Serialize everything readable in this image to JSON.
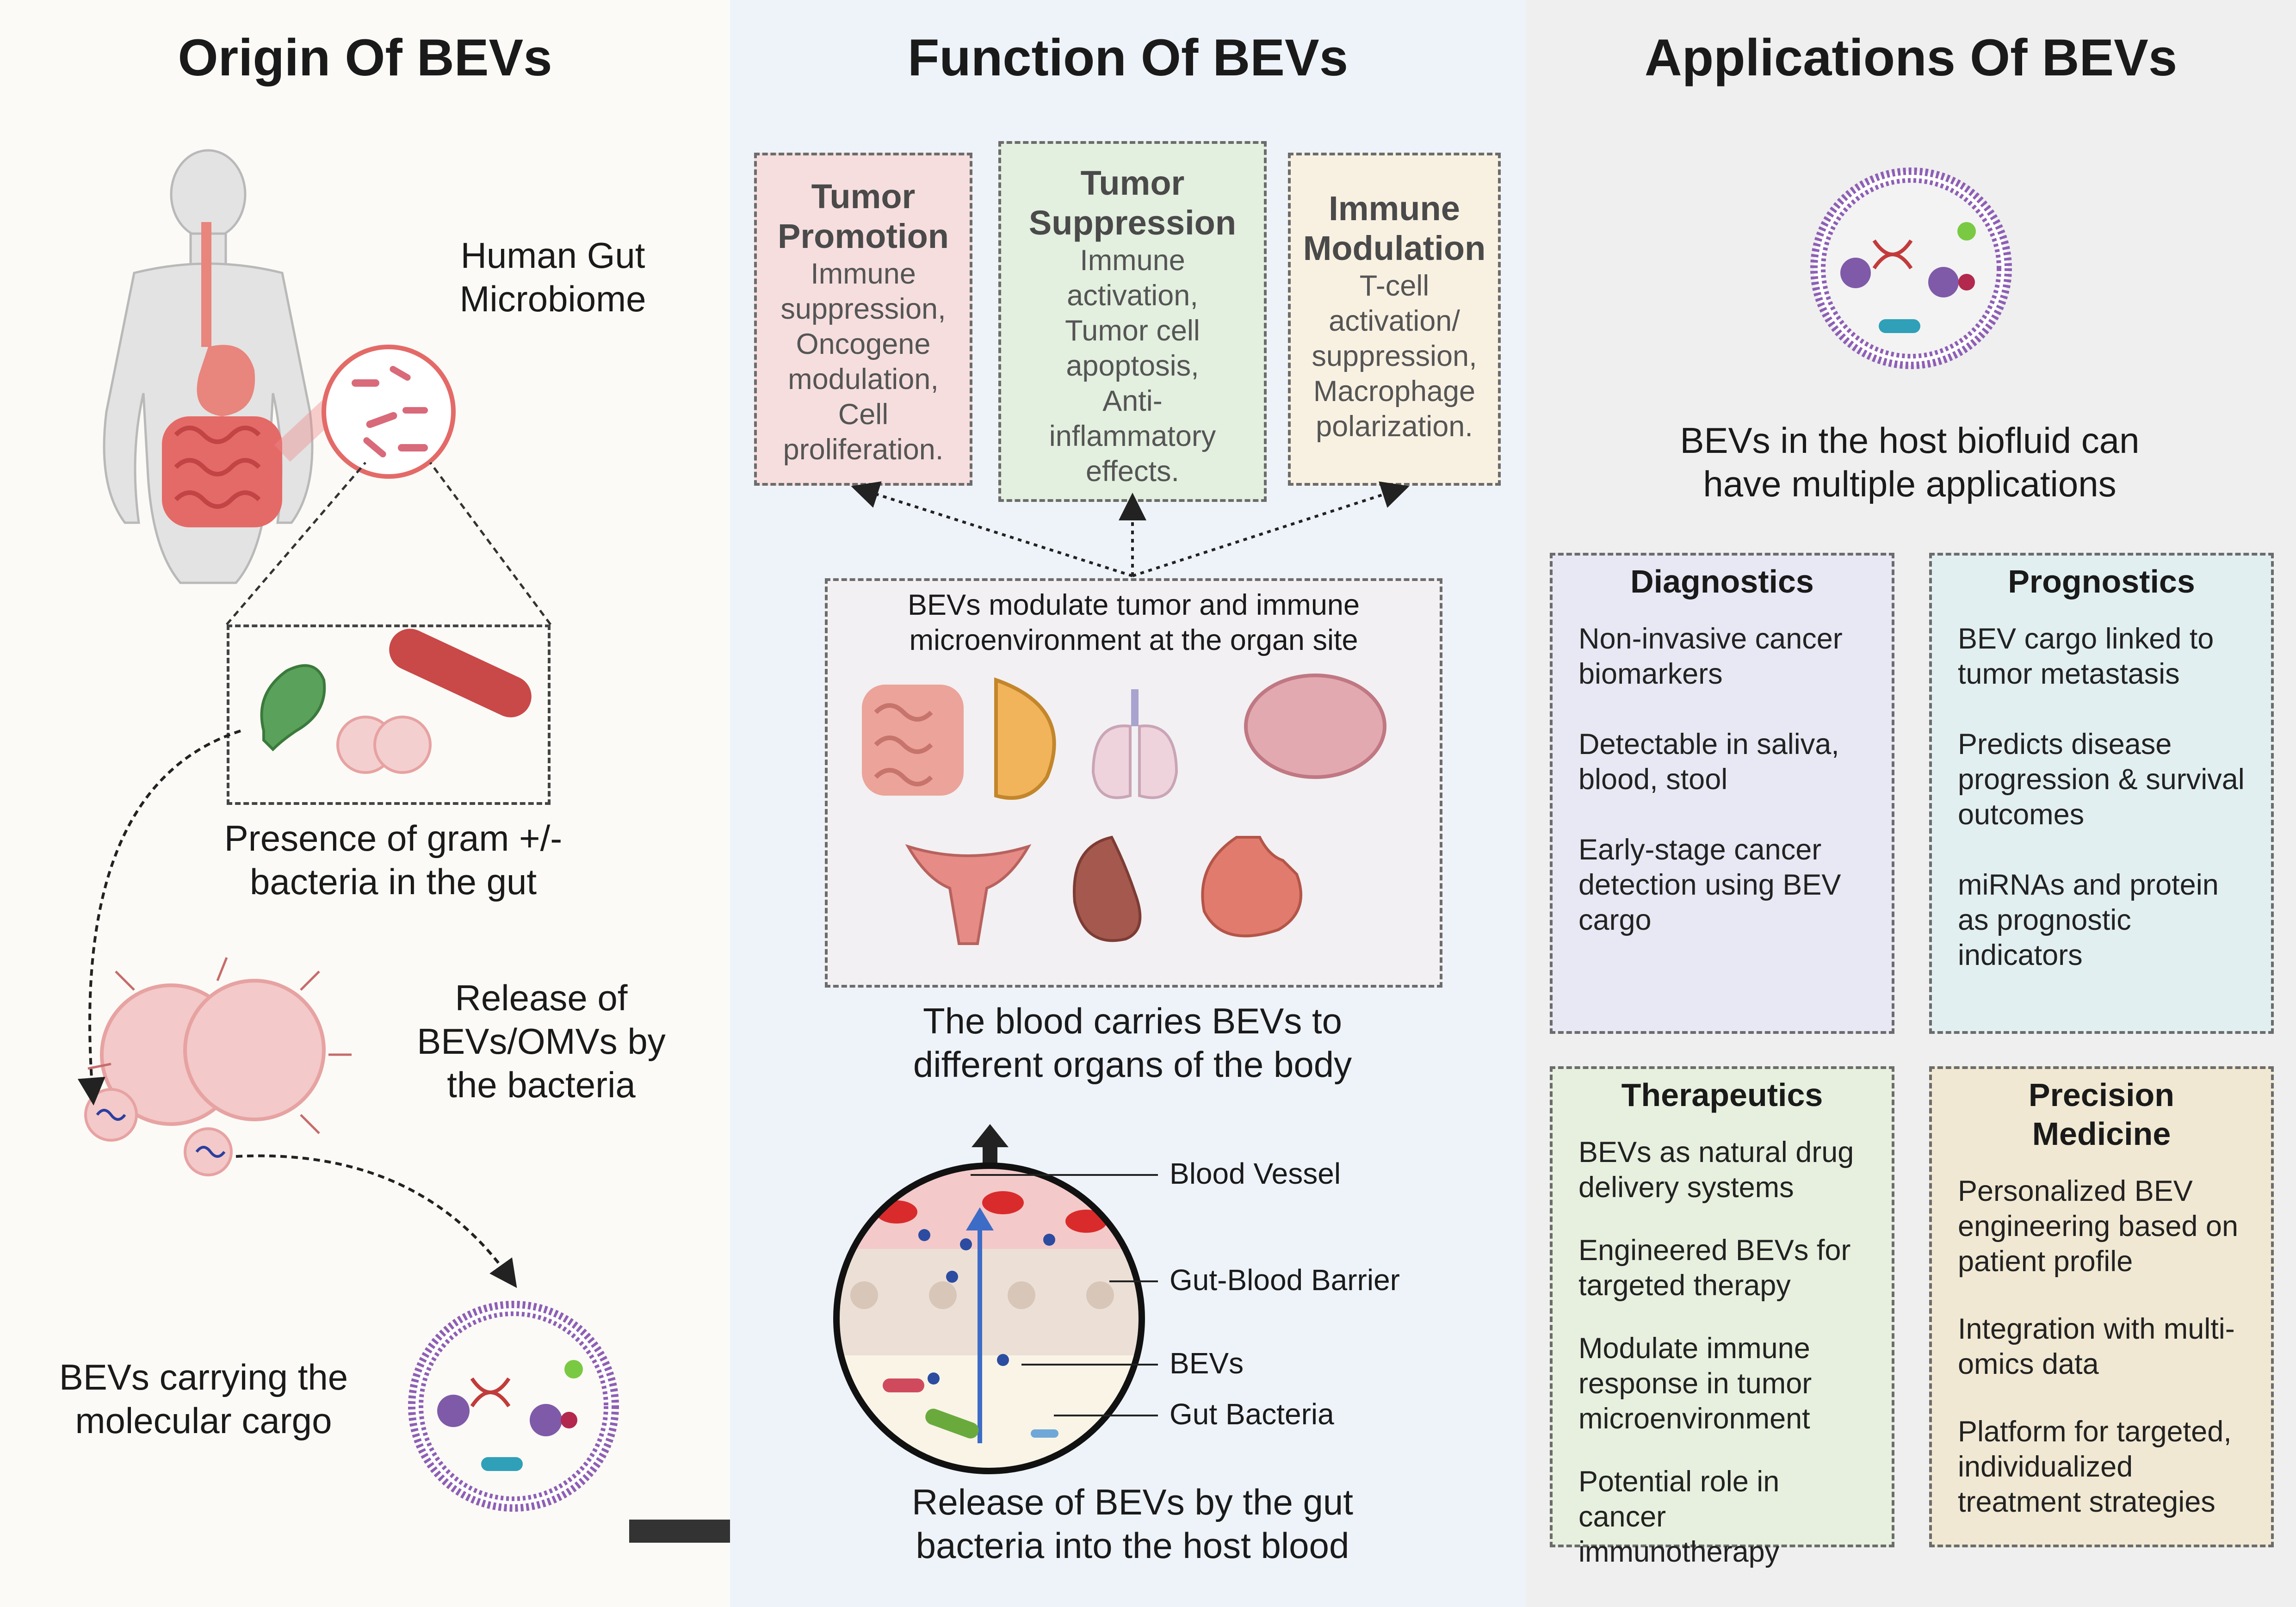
{
  "panels": {
    "origin": {
      "title": "Origin Of BEVs",
      "microbiome_label": "Human Gut\nMicrobiome",
      "bacteria_label": "Presence of gram +/-\nbacteria in the gut",
      "release_label": "Release of\nBEVs/OMVs by\nthe bacteria",
      "cargo_label": "BEVs carrying the\nmolecular cargo"
    },
    "function": {
      "title": "Function Of BEVs",
      "boxes": [
        {
          "title": "Tumor\nPromotion",
          "body": "Immune\nsuppression,\nOncogene\nmodulation,\nCell\nproliferation.",
          "color": "#f6dede"
        },
        {
          "title": "Tumor\nSuppression",
          "body": "Immune\nactivation,\nTumor cell\napoptosis,\nAnti-\ninflammatory\neffects.",
          "color": "#e3efdf"
        },
        {
          "title": "Immune\nModulation",
          "body": "T-cell\nactivation/\nsuppression,\nMacrophage\npolarization.",
          "color": "#f8f1e2"
        }
      ],
      "organ_box_text": "BEVs modulate tumor and immune\nmicroenvironment at the organ site",
      "blood_label": "The blood carries BEVs to\ndifferent organs of the body",
      "release_label": "Release of BEVs by the gut\nbacteria into the host blood",
      "callouts": {
        "vessel": "Blood Vessel",
        "barrier": "Gut-Blood Barrier",
        "bevs": "BEVs",
        "bacteria": "Gut Bacteria"
      }
    },
    "applications": {
      "title": "Applications Of BEVs",
      "intro": "BEVs in the host biofluid can\nhave multiple applications",
      "boxes": [
        {
          "title": "Diagnostics",
          "color": "#e8e8f4",
          "items": [
            "Non-invasive cancer\nbiomarkers",
            "Detectable in saliva,\nblood, stool",
            "Early-stage cancer\ndetection using BEV\ncargo"
          ]
        },
        {
          "title": "Prognostics",
          "color": "#e2eff1",
          "items": [
            "BEV cargo linked to\ntumor metastasis",
            "Predicts disease\nprogression & survival\noutcomes",
            "miRNAs and protein\nas prognostic\nindicators"
          ]
        },
        {
          "title": "Therapeutics",
          "color": "#e7f0de",
          "items": [
            "BEVs as natural drug\ndelivery systems",
            "Engineered BEVs for\ntargeted therapy",
            "Modulate immune\nresponse in tumor\nmicroenvironment",
            "Potential role in cancer\nimmunotherapy"
          ]
        },
        {
          "title": "Precision Medicine",
          "color": "#f0e8d2",
          "items": [
            "Personalized BEV\nengineering based on\npatient profile",
            "Integration with multi-\nomics data",
            "Platform for targeted,\nindividualized\ntreatment strategies"
          ]
        }
      ]
    }
  }
}
